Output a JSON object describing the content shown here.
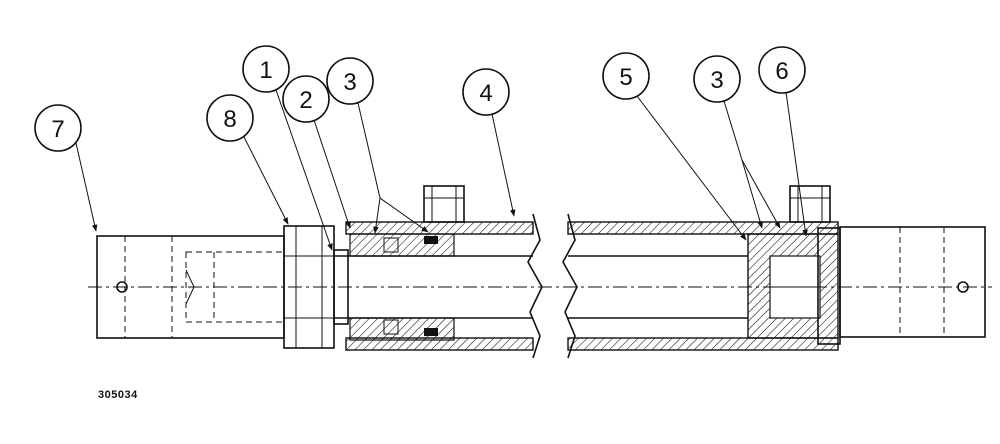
{
  "figure_id": "305034",
  "callouts": [
    {
      "label": "7"
    },
    {
      "label": "8"
    },
    {
      "label": "1"
    },
    {
      "label": "2"
    },
    {
      "label": "3"
    },
    {
      "label": "4"
    },
    {
      "label": "5"
    },
    {
      "label": "3"
    },
    {
      "label": "6"
    }
  ]
}
